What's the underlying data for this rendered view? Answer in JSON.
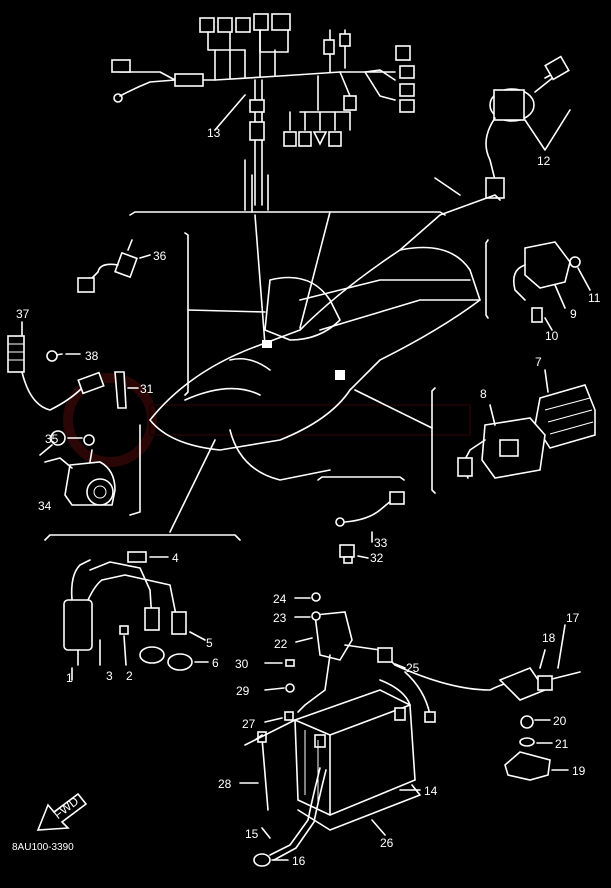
{
  "document_code": "8AU100-3390",
  "forward_label": "FWD",
  "part_labels": [
    "1",
    "2",
    "3",
    "4",
    "5",
    "6",
    "7",
    "8",
    "9",
    "10",
    "11",
    "12",
    "13",
    "14",
    "15",
    "16",
    "17",
    "18",
    "19",
    "20",
    "21",
    "22",
    "23",
    "24",
    "25",
    "26",
    "27",
    "28",
    "29",
    "30",
    "31",
    "32",
    "33",
    "34",
    "35",
    "36",
    "37",
    "38"
  ],
  "colors": {
    "background": "#000000",
    "line": "#ffffff",
    "watermark": "#7a1010"
  }
}
